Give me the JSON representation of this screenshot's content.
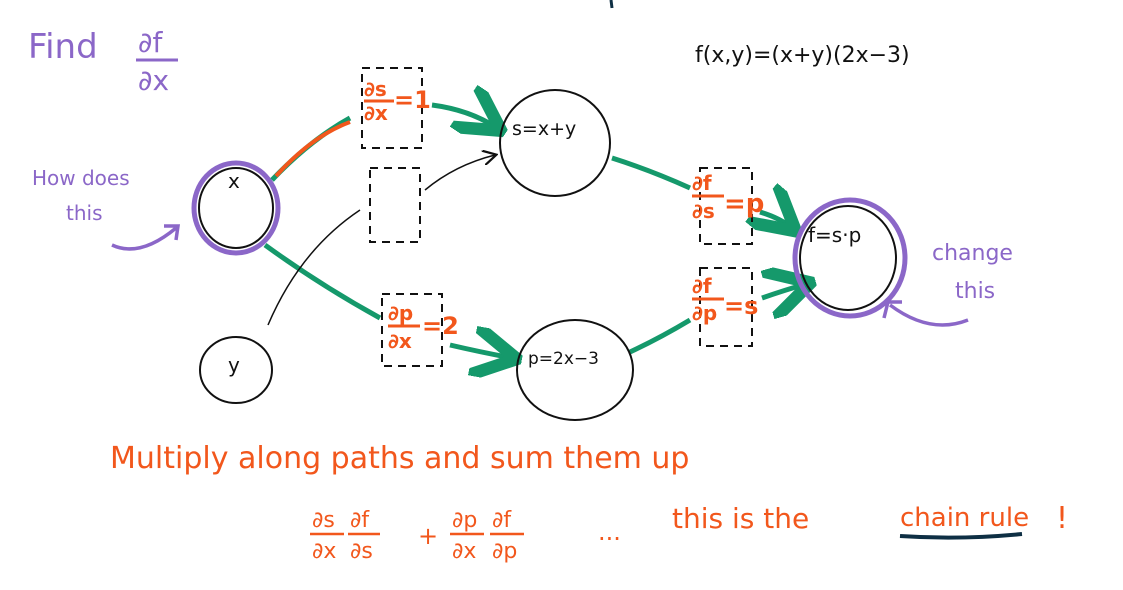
{
  "colors": {
    "purple": "#8b67c8",
    "orange": "#f2571c",
    "green": "#15996b",
    "black": "#111111",
    "navy": "#0e2f44"
  },
  "title": {
    "find": "Find",
    "deriv_num": "∂f",
    "deriv_den": "∂x"
  },
  "function_def": "f(x,y)=(x+y)(2x−3)",
  "annotations": {
    "how_does_line1": "How does",
    "how_does_line2": "this",
    "change_line1": "change",
    "change_line2": "this"
  },
  "nodes": {
    "x": "x",
    "y": "y",
    "s": "s=x+y",
    "p": "p=2x−3",
    "f": "f=s·p"
  },
  "edge_labels": {
    "ds_dx": {
      "num": "∂s",
      "den": "∂x",
      "val": "=1"
    },
    "dp_dx": {
      "num": "∂p",
      "den": "∂x",
      "val": "=2"
    },
    "df_ds": {
      "num": "∂f",
      "den": "∂s",
      "val": "=p"
    },
    "df_dp": {
      "num": "∂f",
      "den": "∂p",
      "val": "=s"
    }
  },
  "footer": {
    "line1": "Multiply along paths and sum them up",
    "t1_num": "∂s",
    "t1_den": "∂x",
    "t2_num": "∂f",
    "t2_den": "∂s",
    "plus": "+",
    "t3_num": "∂p",
    "t3_den": "∂x",
    "t4_num": "∂f",
    "t4_den": "∂p",
    "ellipsis": "...",
    "tail": "this is the",
    "chain_rule": "chain rule",
    "bang": "!"
  }
}
